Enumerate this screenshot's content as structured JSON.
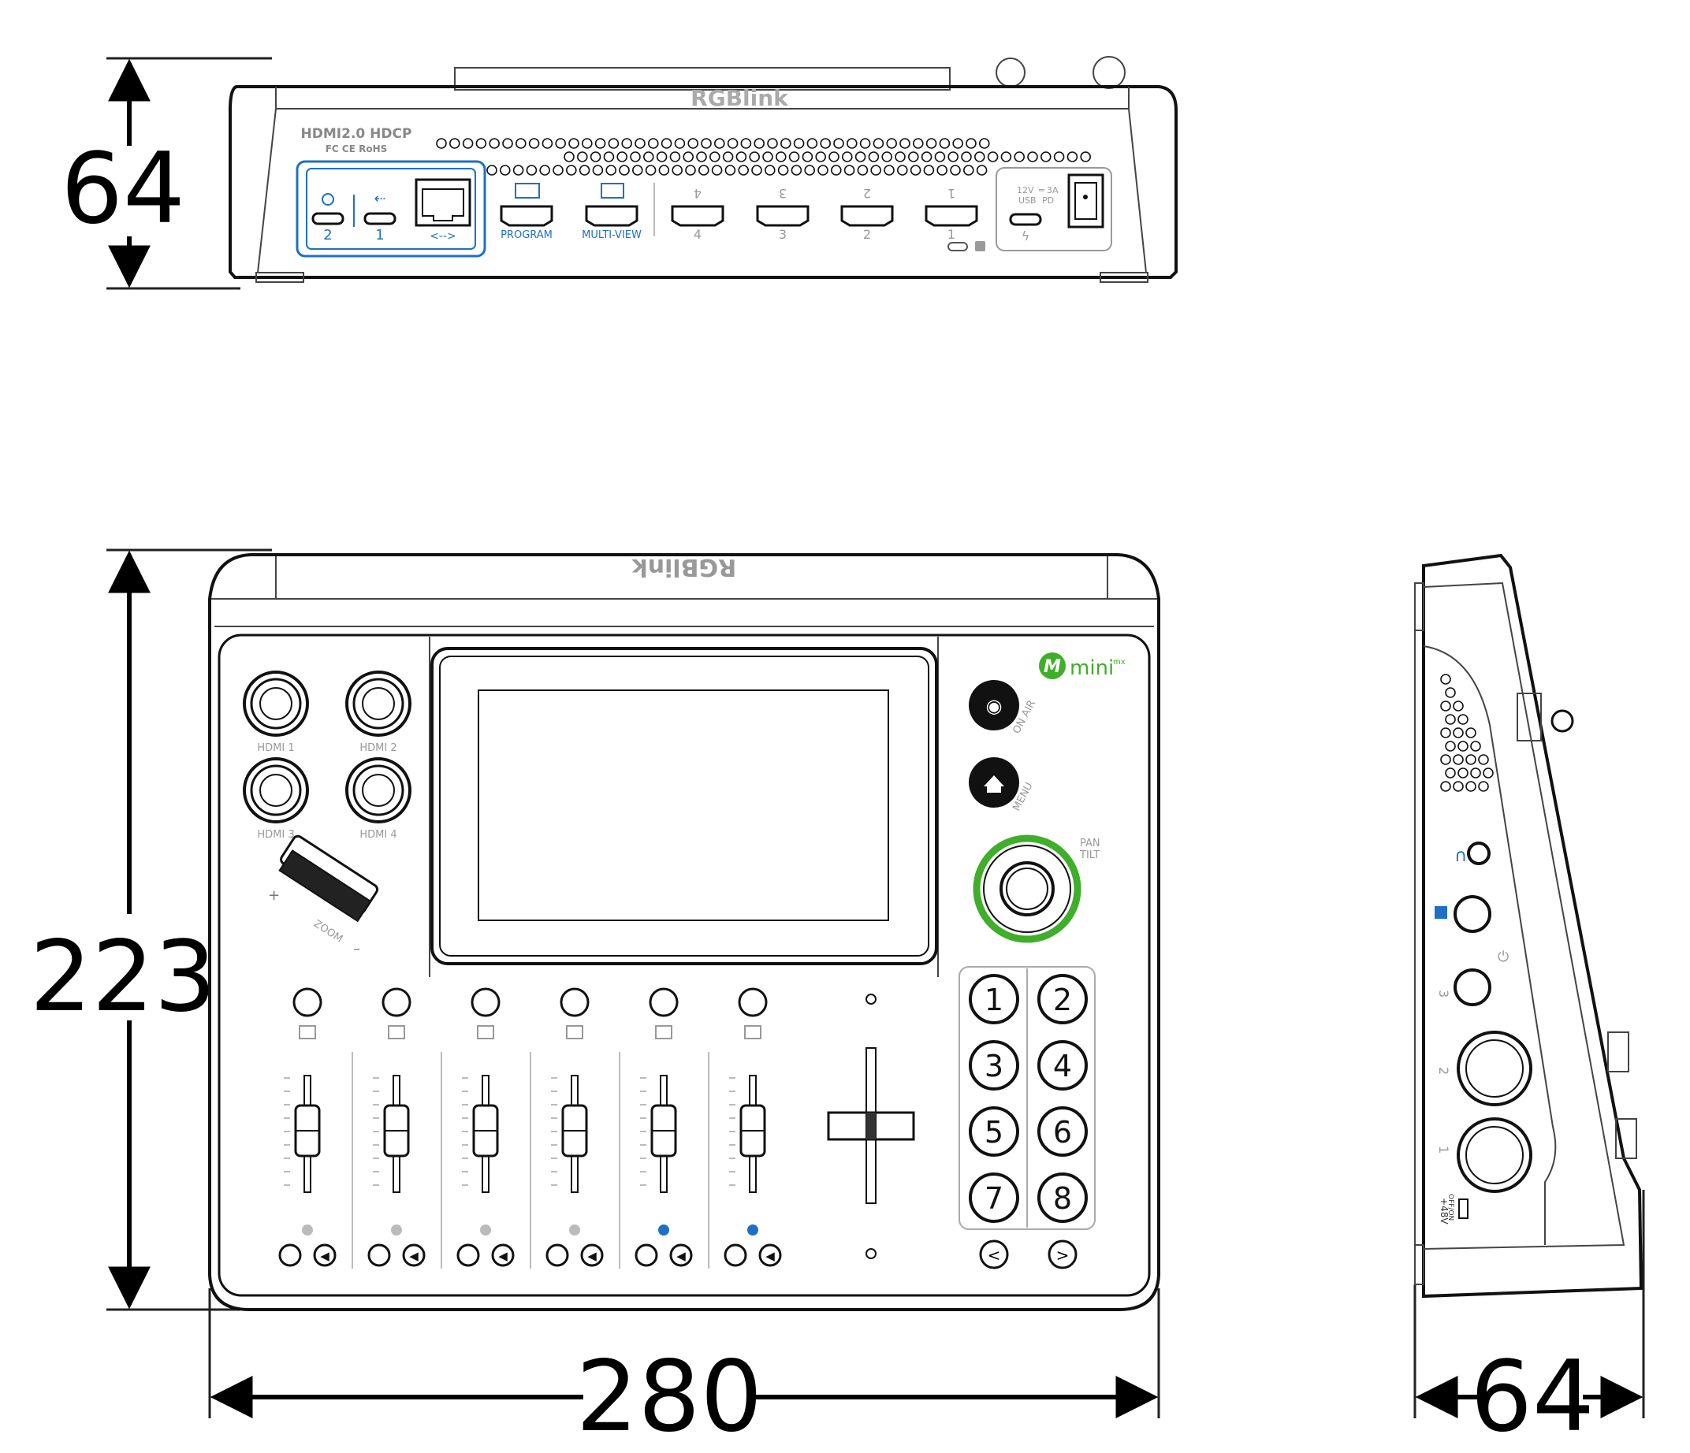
{
  "dimensions": {
    "front_height": "64",
    "top_depth": "223",
    "top_width": "280",
    "side_height": "64"
  },
  "front_panel": {
    "brand": "RGBlink",
    "spec_line": "HDMI2.0 HDCP",
    "cert_line": "FC CE RoHS",
    "usb_c_2": "2",
    "usb_c_1": "1",
    "lan_symbol": "<-->",
    "program_label": "PROGRAM",
    "multiview_label": "MULTI-VIEW",
    "hdmi_inputs": [
      "4",
      "3",
      "2",
      "1"
    ],
    "power_line1": "12V",
    "power_line2": "3A",
    "power_line3": "USB",
    "power_line4": "PD"
  },
  "top_panel": {
    "brand": "RGBlink",
    "logo_m": "M",
    "logo_text": "mini",
    "logo_sup": "mx",
    "hdmi_buttons": [
      "HDMI 1",
      "HDMI 2",
      "HDMI 3",
      "HDMI 4"
    ],
    "zoom_label": "ZOOM",
    "zoom_plus": "+",
    "zoom_minus": "–",
    "on_air_label": "ON AIR",
    "menu_label": "MENU",
    "pan_label": "PAN",
    "tilt_label": "TILT",
    "keypad": [
      "1",
      "2",
      "3",
      "4",
      "5",
      "6",
      "7",
      "8"
    ],
    "nav_prev": "<",
    "nav_next": ">"
  },
  "side_panel": {
    "mic_2": "2",
    "mic_1": "1",
    "line_3": "3",
    "phantom_label": "+48V",
    "phantom_state": "OFF/ON"
  },
  "colors": {
    "accent_blue": "#1f6fc5",
    "logo_green": "#3fae2a"
  }
}
